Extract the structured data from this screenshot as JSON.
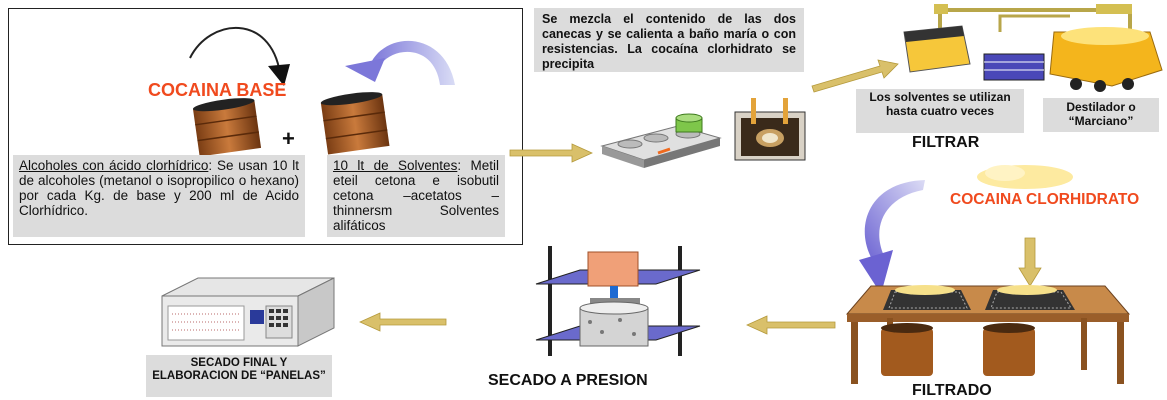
{
  "cocaina_base_label": "COCAINA BASE",
  "plus_sign": "+",
  "alcoholes_box": {
    "title": "Alcoholes con ácido clorhídrico",
    "text": ": Se usan 10 lt de alcoholes (metanol o isopropilico o hexano) por cada Kg. de base y 200 ml de Acido Clorhídrico."
  },
  "solventes_box": {
    "title": "10 lt de Solventes",
    "text": ": Metil eteil cetona e isobutil cetona –acetatos – thinnersm Solventes alifáticos"
  },
  "mezcla_box": "Se mezcla el contenido de las dos canecas y se calienta a baño maría o con resistencias. La cocaína clorhidrato se precipita",
  "solventes_reuso_box": "Los solventes se utilizan hasta cuatro veces",
  "destilador_box": "Destilador o “Marciano”",
  "filtrar_label": "FILTRAR",
  "cocaina_clorhidrato_label": "COCAINA CLORHIDRATO",
  "filtrado_label": "FILTRADO",
  "secado_presion_label": "SECADO A PRESION",
  "secado_final_box": "SECADO FINAL Y ELABORACION DE “PANELAS”",
  "colors": {
    "accent_red": "#f04a1e",
    "arrow_gold": "#d9c06a",
    "barrel_brown": "#b5652a",
    "label_box_gray": "#dcdcdc"
  }
}
